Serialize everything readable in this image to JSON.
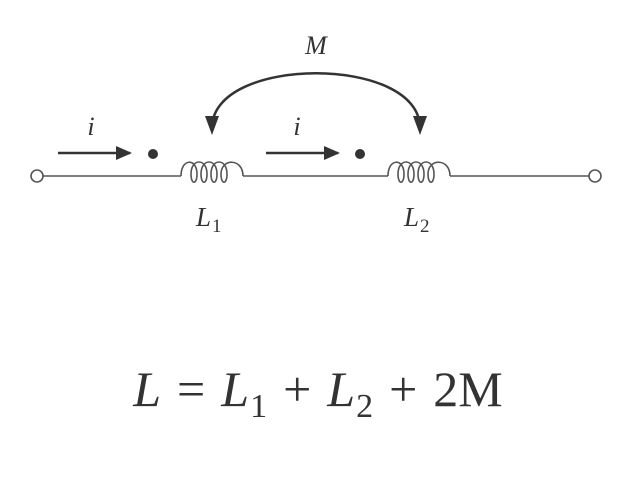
{
  "circuit": {
    "mutual_label": "M",
    "current_label_1": "i",
    "current_label_2": "i",
    "inductor_1": {
      "letter": "L",
      "subscript": "1"
    },
    "inductor_2": {
      "letter": "L",
      "subscript": "2"
    }
  },
  "equation": {
    "lhs": "L",
    "equals": "=",
    "term1_letter": "L",
    "term1_sub": "1",
    "plus1": "+",
    "term2_letter": "L",
    "term2_sub": "2",
    "plus2": "+",
    "term3": "2M"
  },
  "colors": {
    "ink": "#333333",
    "wire": "#555555",
    "background": "#ffffff"
  }
}
